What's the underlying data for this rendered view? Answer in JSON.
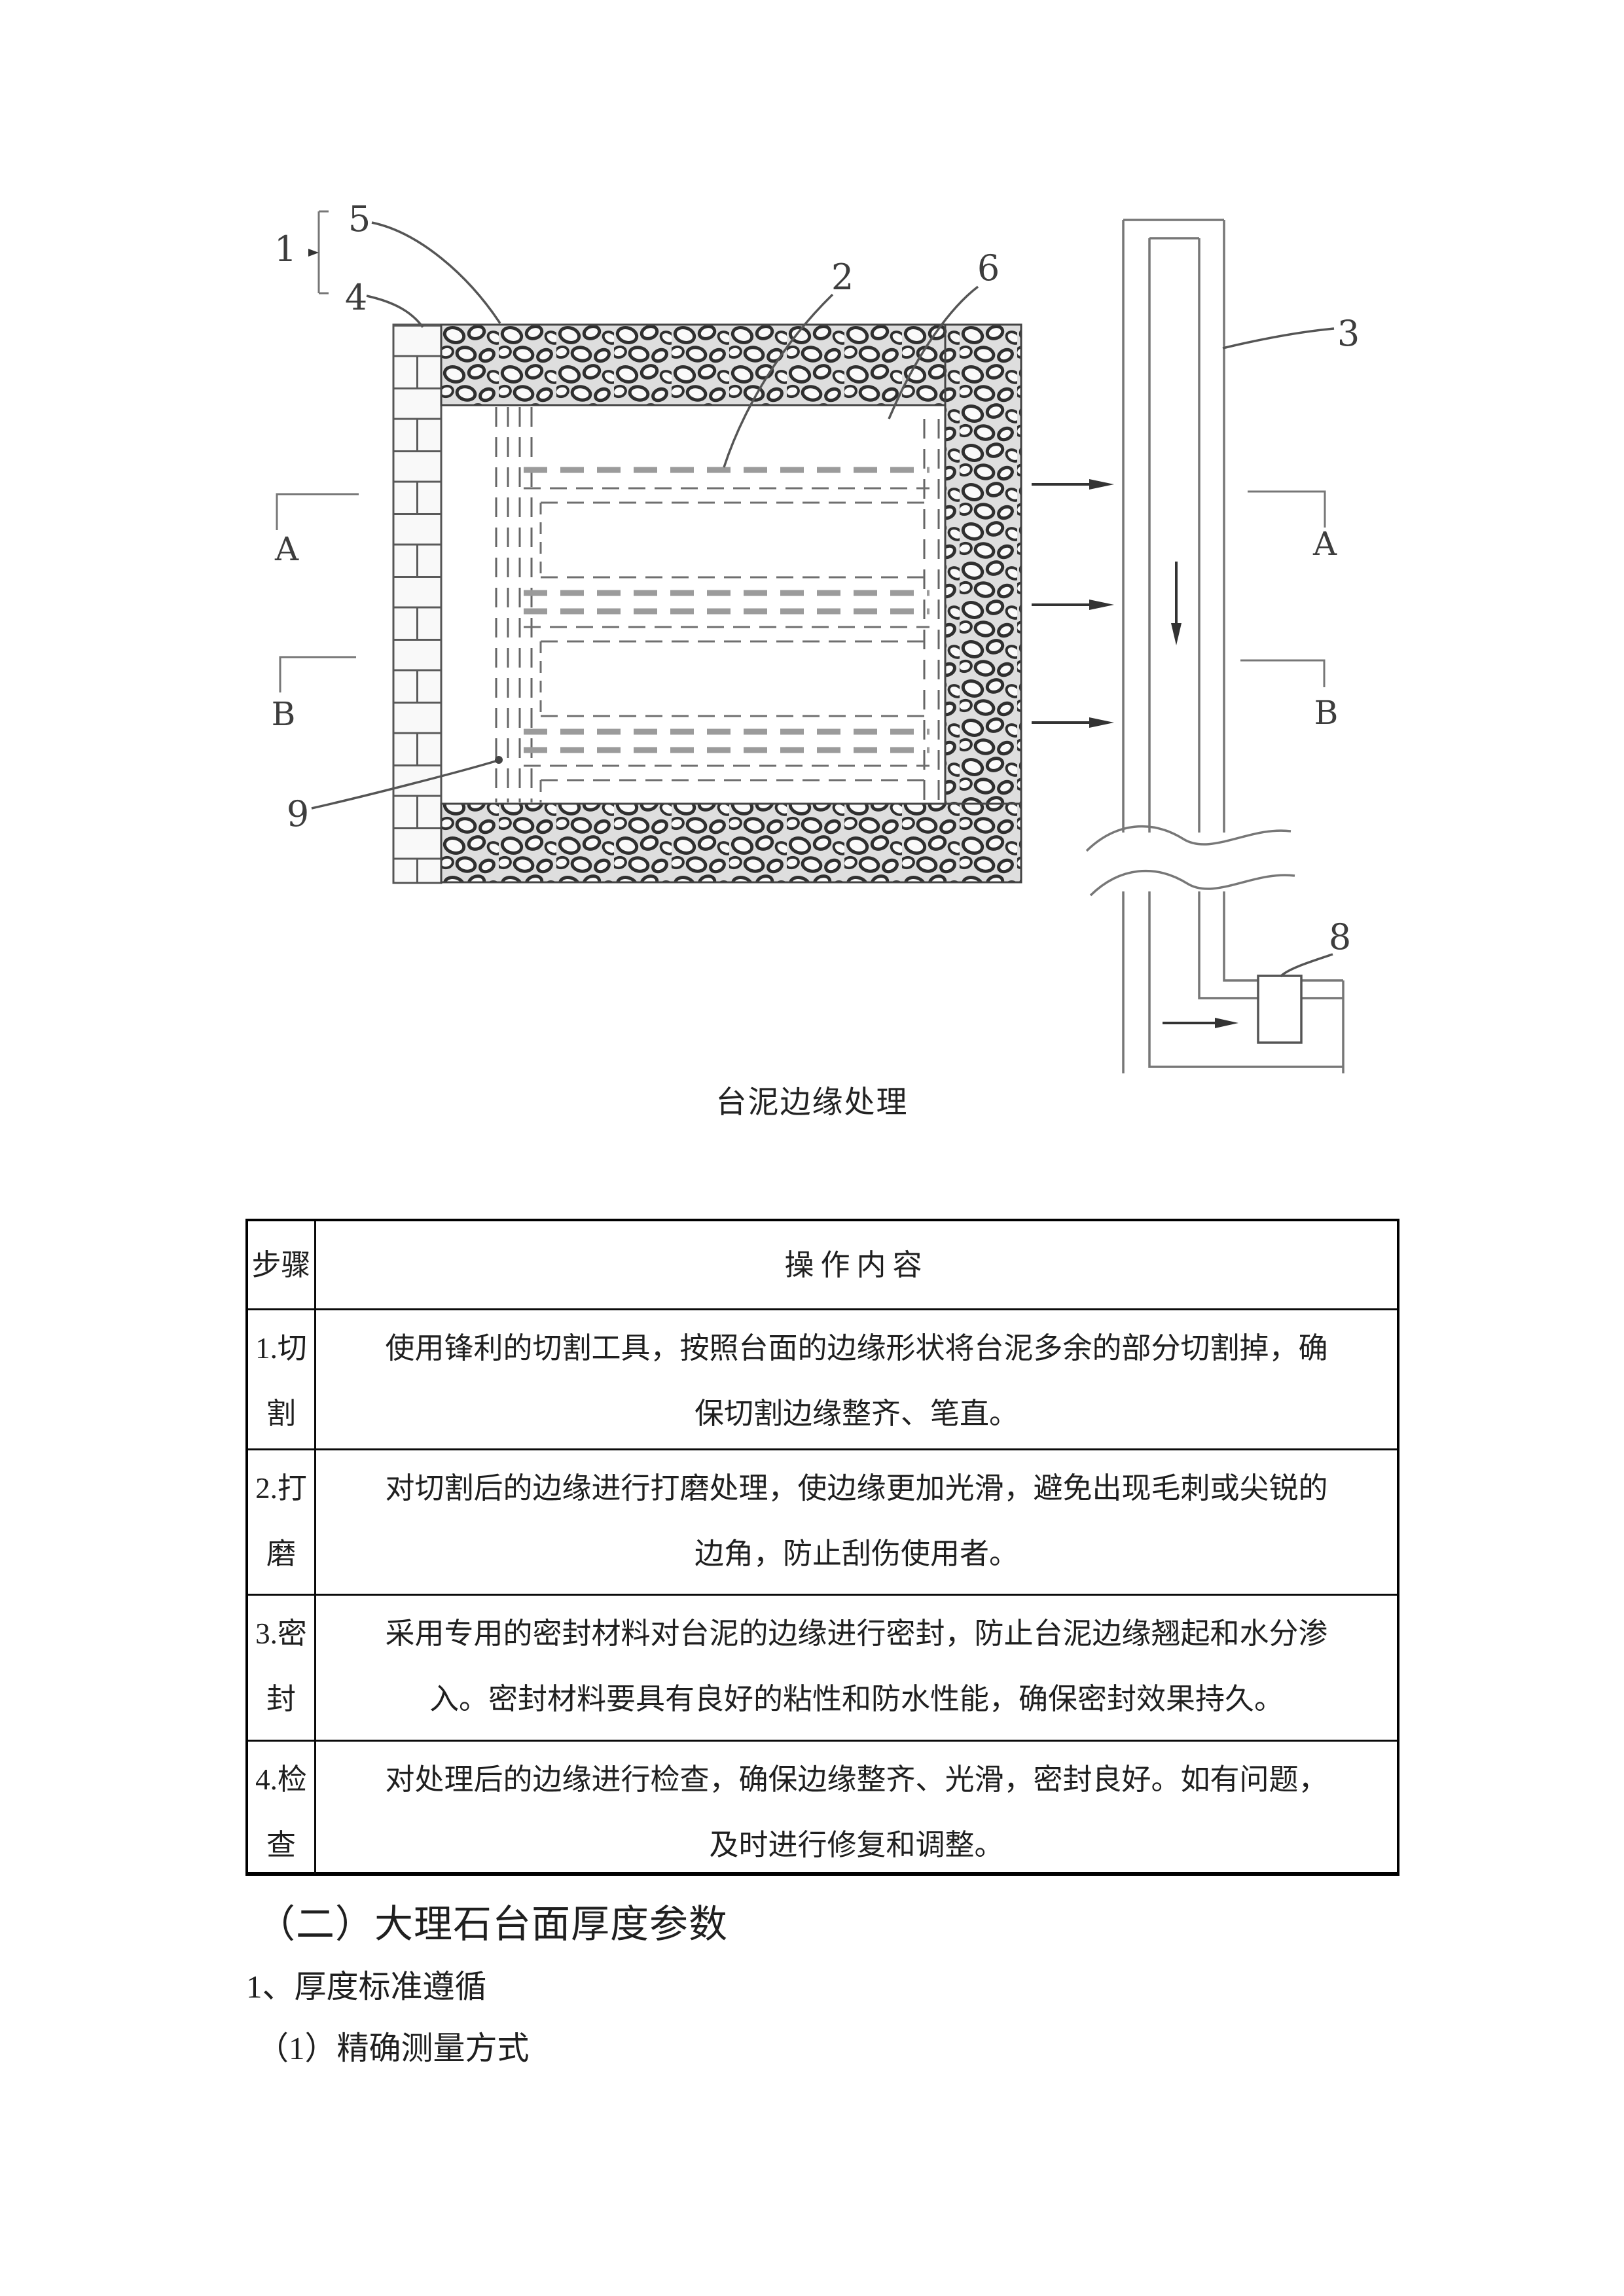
{
  "colors": {
    "paper": "#ffffff",
    "ink": "#1f1f1f",
    "figure_line": "#555555"
  },
  "figure": {
    "caption": "台泥边缘处理",
    "labels": {
      "n1": "1",
      "n2": "2",
      "n3": "3",
      "n4": "4",
      "n5": "5",
      "n6": "6",
      "n8": "8",
      "n9": "9",
      "section_a": "A",
      "section_b": "B"
    }
  },
  "table": {
    "col_headers": [
      "步骤",
      "操作内容"
    ],
    "rows": [
      {
        "step": "1.切\n割",
        "content": "使用锋利的切割工具，按照台面的边缘形状将台泥多余的部分切割掉，确\n保切割边缘整齐、笔直。"
      },
      {
        "step": "2.打\n磨",
        "content": "对切割后的边缘进行打磨处理，使边缘更加光滑，避免出现毛刺或尖锐的\n边角，防止刮伤使用者。"
      },
      {
        "step": "3.密\n封",
        "content": "采用专用的密封材料对台泥的边缘进行密封，防止台泥边缘翘起和水分渗\n入。密封材料要具有良好的粘性和防水性能，确保密封效果持久。"
      },
      {
        "step": "4.检\n查",
        "content": "对处理后的边缘进行检查，确保边缘整齐、光滑，密封良好。如有问题，\n及时进行修复和调整。"
      }
    ]
  },
  "sections": {
    "heading": "（二）大理石台面厚度参数",
    "item1": "1、厚度标准遵循",
    "item2": "（1）精确测量方式"
  }
}
